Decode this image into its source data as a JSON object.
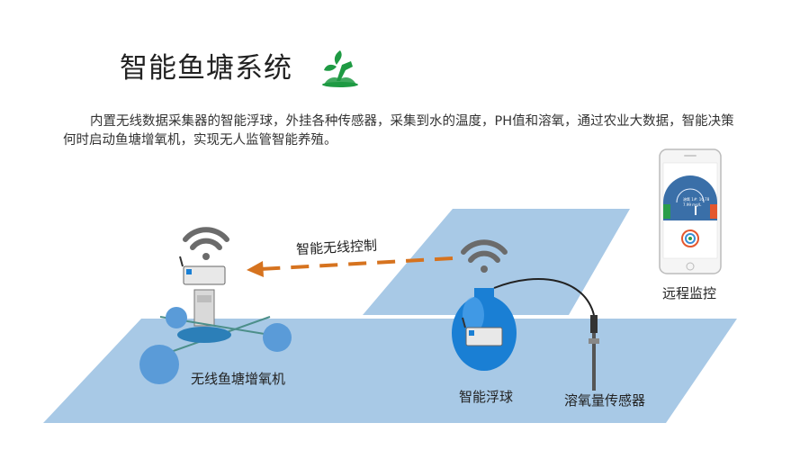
{
  "title": "智能鱼塘系统",
  "description": "内置无线数据采集器的智能浮球，外挂各种传感器，采集到水的温度，PH值和溶氧，通过农业大数据，智能决策何时启动鱼塘增氧机，实现无人监管智能养殖。",
  "labels": {
    "wireless_control": "智能无线控制",
    "aerator": "无线鱼塘增氧机",
    "smart_buoy": "智能浮球",
    "do_sensor": "溶氧量传感器",
    "remote_monitor": "远程监控"
  },
  "phone_screen": {
    "readout_line1": "溶氧 1#: 16.78",
    "readout_line2": "7.99 mg/L"
  },
  "colors": {
    "pond": "#a8c9e6",
    "buoy": "#1a7fd4",
    "arrow": "#d6731f",
    "logo": "#1e9a43",
    "wifi": "#6b6b6b"
  },
  "icons": [
    "leaf-water-logo-icon",
    "wifi-icon",
    "wifi-icon",
    "arrow-left-icon",
    "signal-icon"
  ]
}
